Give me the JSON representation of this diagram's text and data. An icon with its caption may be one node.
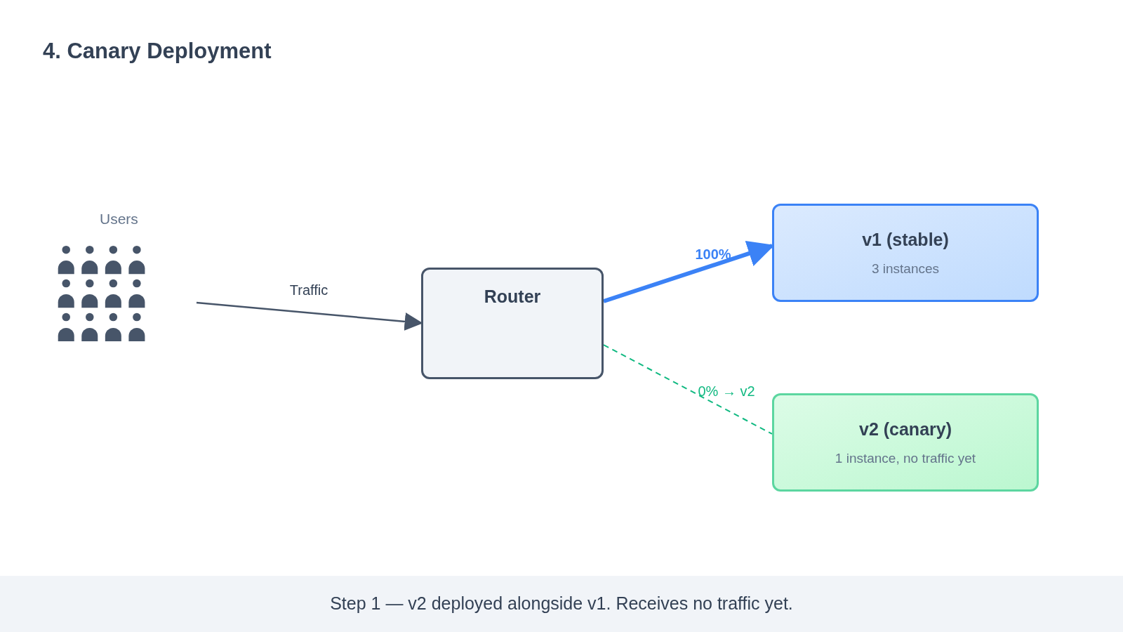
{
  "diagram": {
    "title": "4. Canary Deployment",
    "caption": "Step 1 — v2 deployed alongside v1. Receives no traffic yet.",
    "nodes": [
      {
        "text": [
          "Users"
        ]
      },
      {
        "text": [
          "Router"
        ]
      },
      {
        "text": [
          "v1 (stable)",
          "3 instances"
        ]
      },
      {
        "text": [
          "v2 (canary)",
          "1 instance, no traffic yet"
        ]
      }
    ],
    "edges": [
      {
        "from": 0,
        "to": 1,
        "arrow": "to",
        "label": "Traffic"
      },
      {
        "from": 1,
        "to": 2,
        "arrow": "to",
        "label": "100%",
        "style": "thick",
        "color": "#3b82f6"
      },
      {
        "from": 1,
        "to": 3,
        "arrow": "none",
        "label": "0% → v2",
        "style": "dashed",
        "color": "#10b981"
      }
    ]
  }
}
